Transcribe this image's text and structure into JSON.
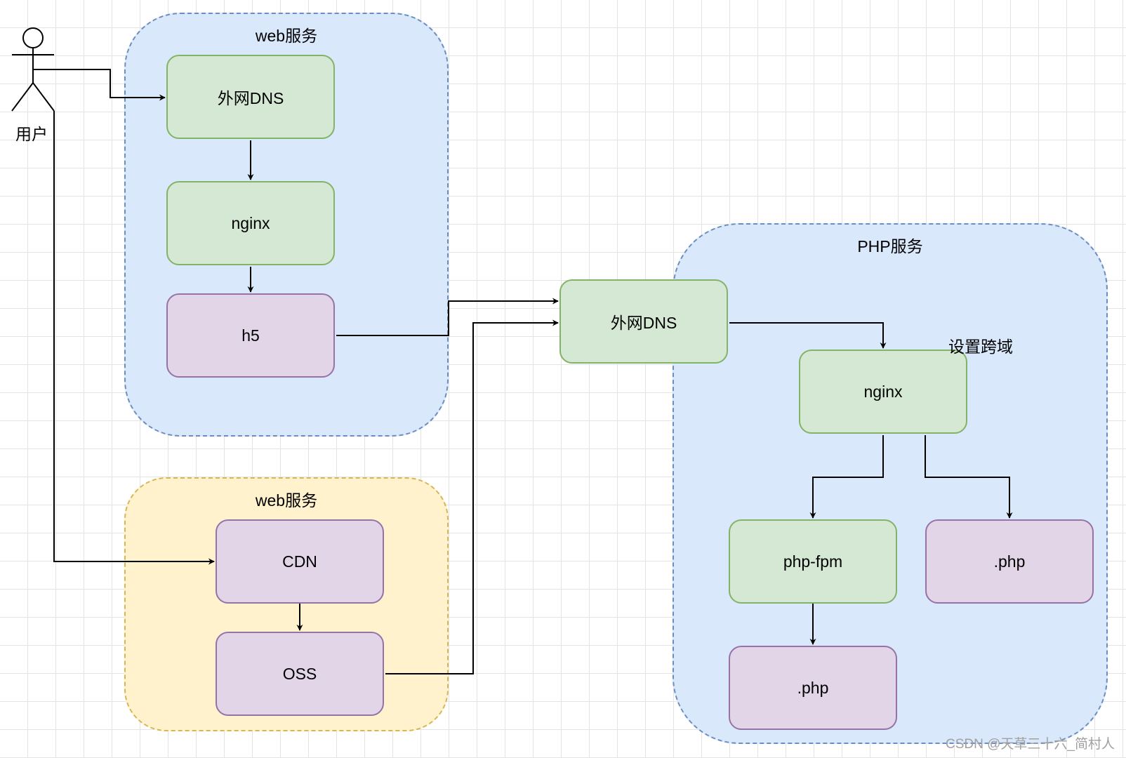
{
  "actor": {
    "label": "用户"
  },
  "groups": {
    "web_top": {
      "title": "web服务"
    },
    "web_bottom": {
      "title": "web服务"
    },
    "php": {
      "title": "PHP服务"
    }
  },
  "nodes": {
    "web_dns": "外网DNS",
    "web_nginx": "nginx",
    "h5": "h5",
    "cdn": "CDN",
    "oss": "OSS",
    "php_dns": "外网DNS",
    "php_nginx": "nginx",
    "php_fpm": "php-fpm",
    "php_file_right": ".php",
    "php_file_bottom": ".php"
  },
  "annotations": {
    "cors": "设置跨域"
  },
  "watermark": "CSDN @天草三十六_简村人",
  "colors": {
    "blue_group_fill": "#dae8fc",
    "blue_group_border": "#6c8ebf",
    "yellow_group_fill": "#fff2cc",
    "yellow_group_border": "#d6b656",
    "green_fill": "#d5e8d4",
    "green_border": "#82b366",
    "purple_fill": "#e1d5e7",
    "purple_border": "#9673a6"
  }
}
